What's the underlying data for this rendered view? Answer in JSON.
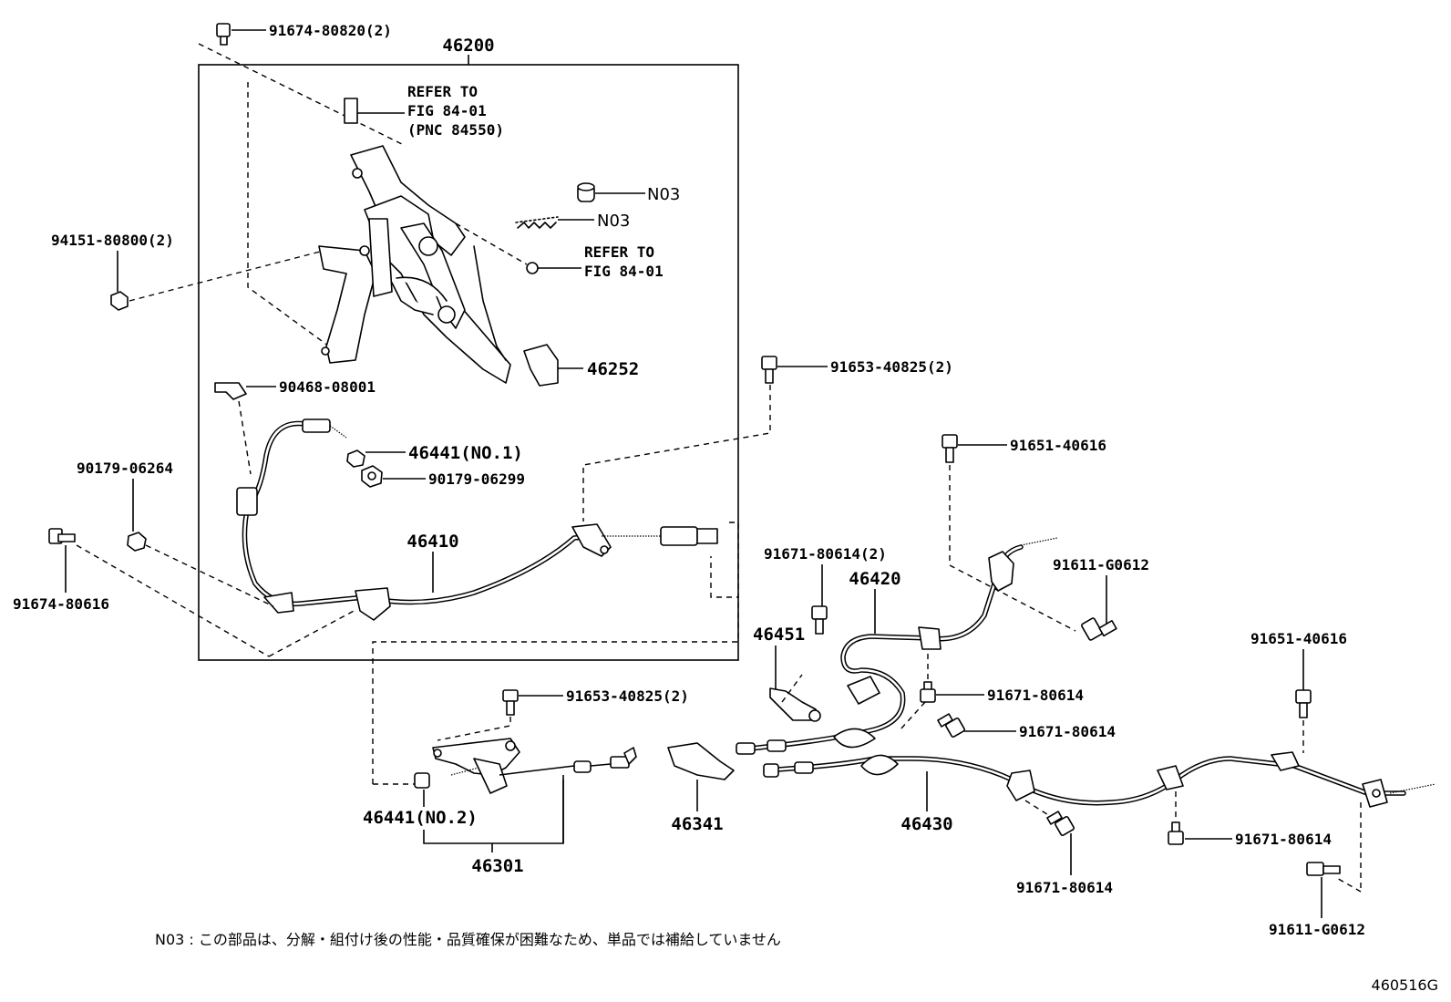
{
  "diagram": {
    "labels": {
      "p46200": "46200",
      "p91674_80820": "91674-80820(2)",
      "refer1_a": "REFER TO",
      "refer1_b": "FIG 84-01",
      "refer1_c": "(PNC 84550)",
      "n03_a": "N03",
      "n03_b": "N03",
      "refer2_a": "REFER TO",
      "refer2_b": "FIG 84-01",
      "p94151": "94151-80800(2)",
      "p46252": "46252",
      "p90468": "90468-08001",
      "p46441_no1": "46441(NO.1)",
      "p90179_06299": "90179-06299",
      "p90179_06264": "90179-06264",
      "p91674_80616": "91674-80616",
      "p46410": "46410",
      "p91653_a": "91653-40825(2)",
      "p91651_a": "91651-40616",
      "p91611_a": "91611-G0612",
      "p91671_80614_2": "91671-80614(2)",
      "p46420": "46420",
      "p46451": "46451",
      "p91671_a": "91671-80614",
      "p91671_b": "91671-80614",
      "p91653_b": "91653-40825(2)",
      "p46441_no2": "46441(NO.2)",
      "p46301": "46301",
      "p46341": "46341",
      "p46430": "46430",
      "p91651_b": "91651-40616",
      "p91671_c": "91671-80614",
      "p91671_d": "91671-80614",
      "p91611_b": "91611-G0612"
    },
    "note": "N03 : この部品は、分解・組付け後の性能・品質確保が困難なため、単品では補給していません",
    "figure_id": "460516G"
  }
}
